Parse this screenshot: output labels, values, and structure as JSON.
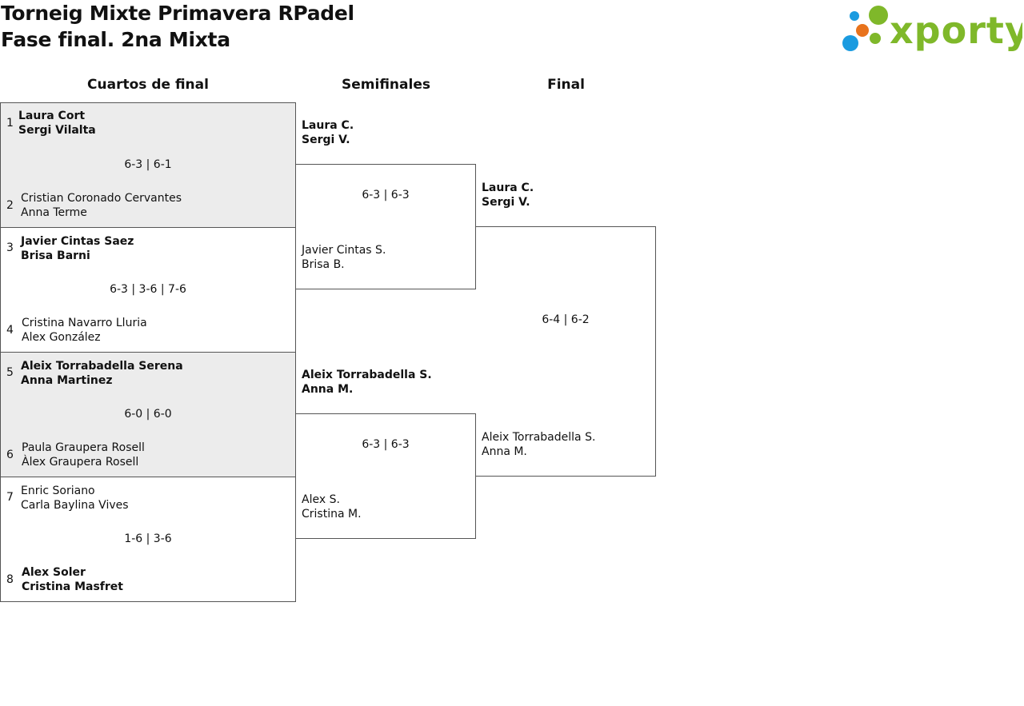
{
  "header": {
    "title_line1": "Torneig Mixte Primavera RPadel",
    "title_line2": "Fase final. 2na Mixta",
    "logo_text": "xporty",
    "logo_colors": {
      "text": "#7fb82a",
      "dot_blue": "#1a9be0",
      "dot_orange": "#e8731c",
      "dot_green": "#7fb82a"
    }
  },
  "rounds": {
    "qf": "Cuartos de final",
    "sf": "Semifinales",
    "final": "Final"
  },
  "quarterfinals": [
    {
      "top": {
        "seed": "1",
        "p1": "Laura Cort",
        "p2": "Sergi Vilalta",
        "winner": true
      },
      "score": "6-3 | 6-1",
      "bottom": {
        "seed": "2",
        "p1": "Cristian Coronado Cervantes",
        "p2": "Anna Terme",
        "winner": false
      }
    },
    {
      "top": {
        "seed": "3",
        "p1": "Javier Cintas Saez",
        "p2": "Brisa Barni",
        "winner": true
      },
      "score": "6-3 | 3-6 | 7-6",
      "bottom": {
        "seed": "4",
        "p1": "Cristina Navarro Lluria",
        "p2": "Alex González",
        "winner": false
      }
    },
    {
      "top": {
        "seed": "5",
        "p1": "Aleix Torrabadella Serena",
        "p2": "Anna Martinez",
        "winner": true
      },
      "score": "6-0 | 6-0",
      "bottom": {
        "seed": "6",
        "p1": "Paula Graupera Rosell",
        "p2": "Àlex Graupera Rosell",
        "winner": false
      }
    },
    {
      "top": {
        "seed": "7",
        "p1": "Enric Soriano",
        "p2": "Carla Baylina Vives",
        "winner": false
      },
      "score": "1-6 | 3-6",
      "bottom": {
        "seed": "8",
        "p1": "Alex Soler",
        "p2": "Cristina Masfret",
        "winner": true
      }
    }
  ],
  "semifinals": [
    {
      "top": {
        "p1": "Laura C.",
        "p2": "Sergi V.",
        "winner": true
      },
      "score": "6-3 | 6-3",
      "bottom": {
        "p1": "Javier Cintas S.",
        "p2": "Brisa B.",
        "winner": false
      }
    },
    {
      "top": {
        "p1": "Aleix Torrabadella S.",
        "p2": "Anna M.",
        "winner": true
      },
      "score": "6-3 | 6-3",
      "bottom": {
        "p1": "Alex S.",
        "p2": "Cristina M.",
        "winner": false
      }
    }
  ],
  "final": {
    "top": {
      "p1": "Laura C.",
      "p2": "Sergi V.",
      "winner": true
    },
    "score": "6-4 | 6-2",
    "bottom": {
      "p1": "Aleix Torrabadella S.",
      "p2": "Anna M.",
      "winner": false
    }
  }
}
